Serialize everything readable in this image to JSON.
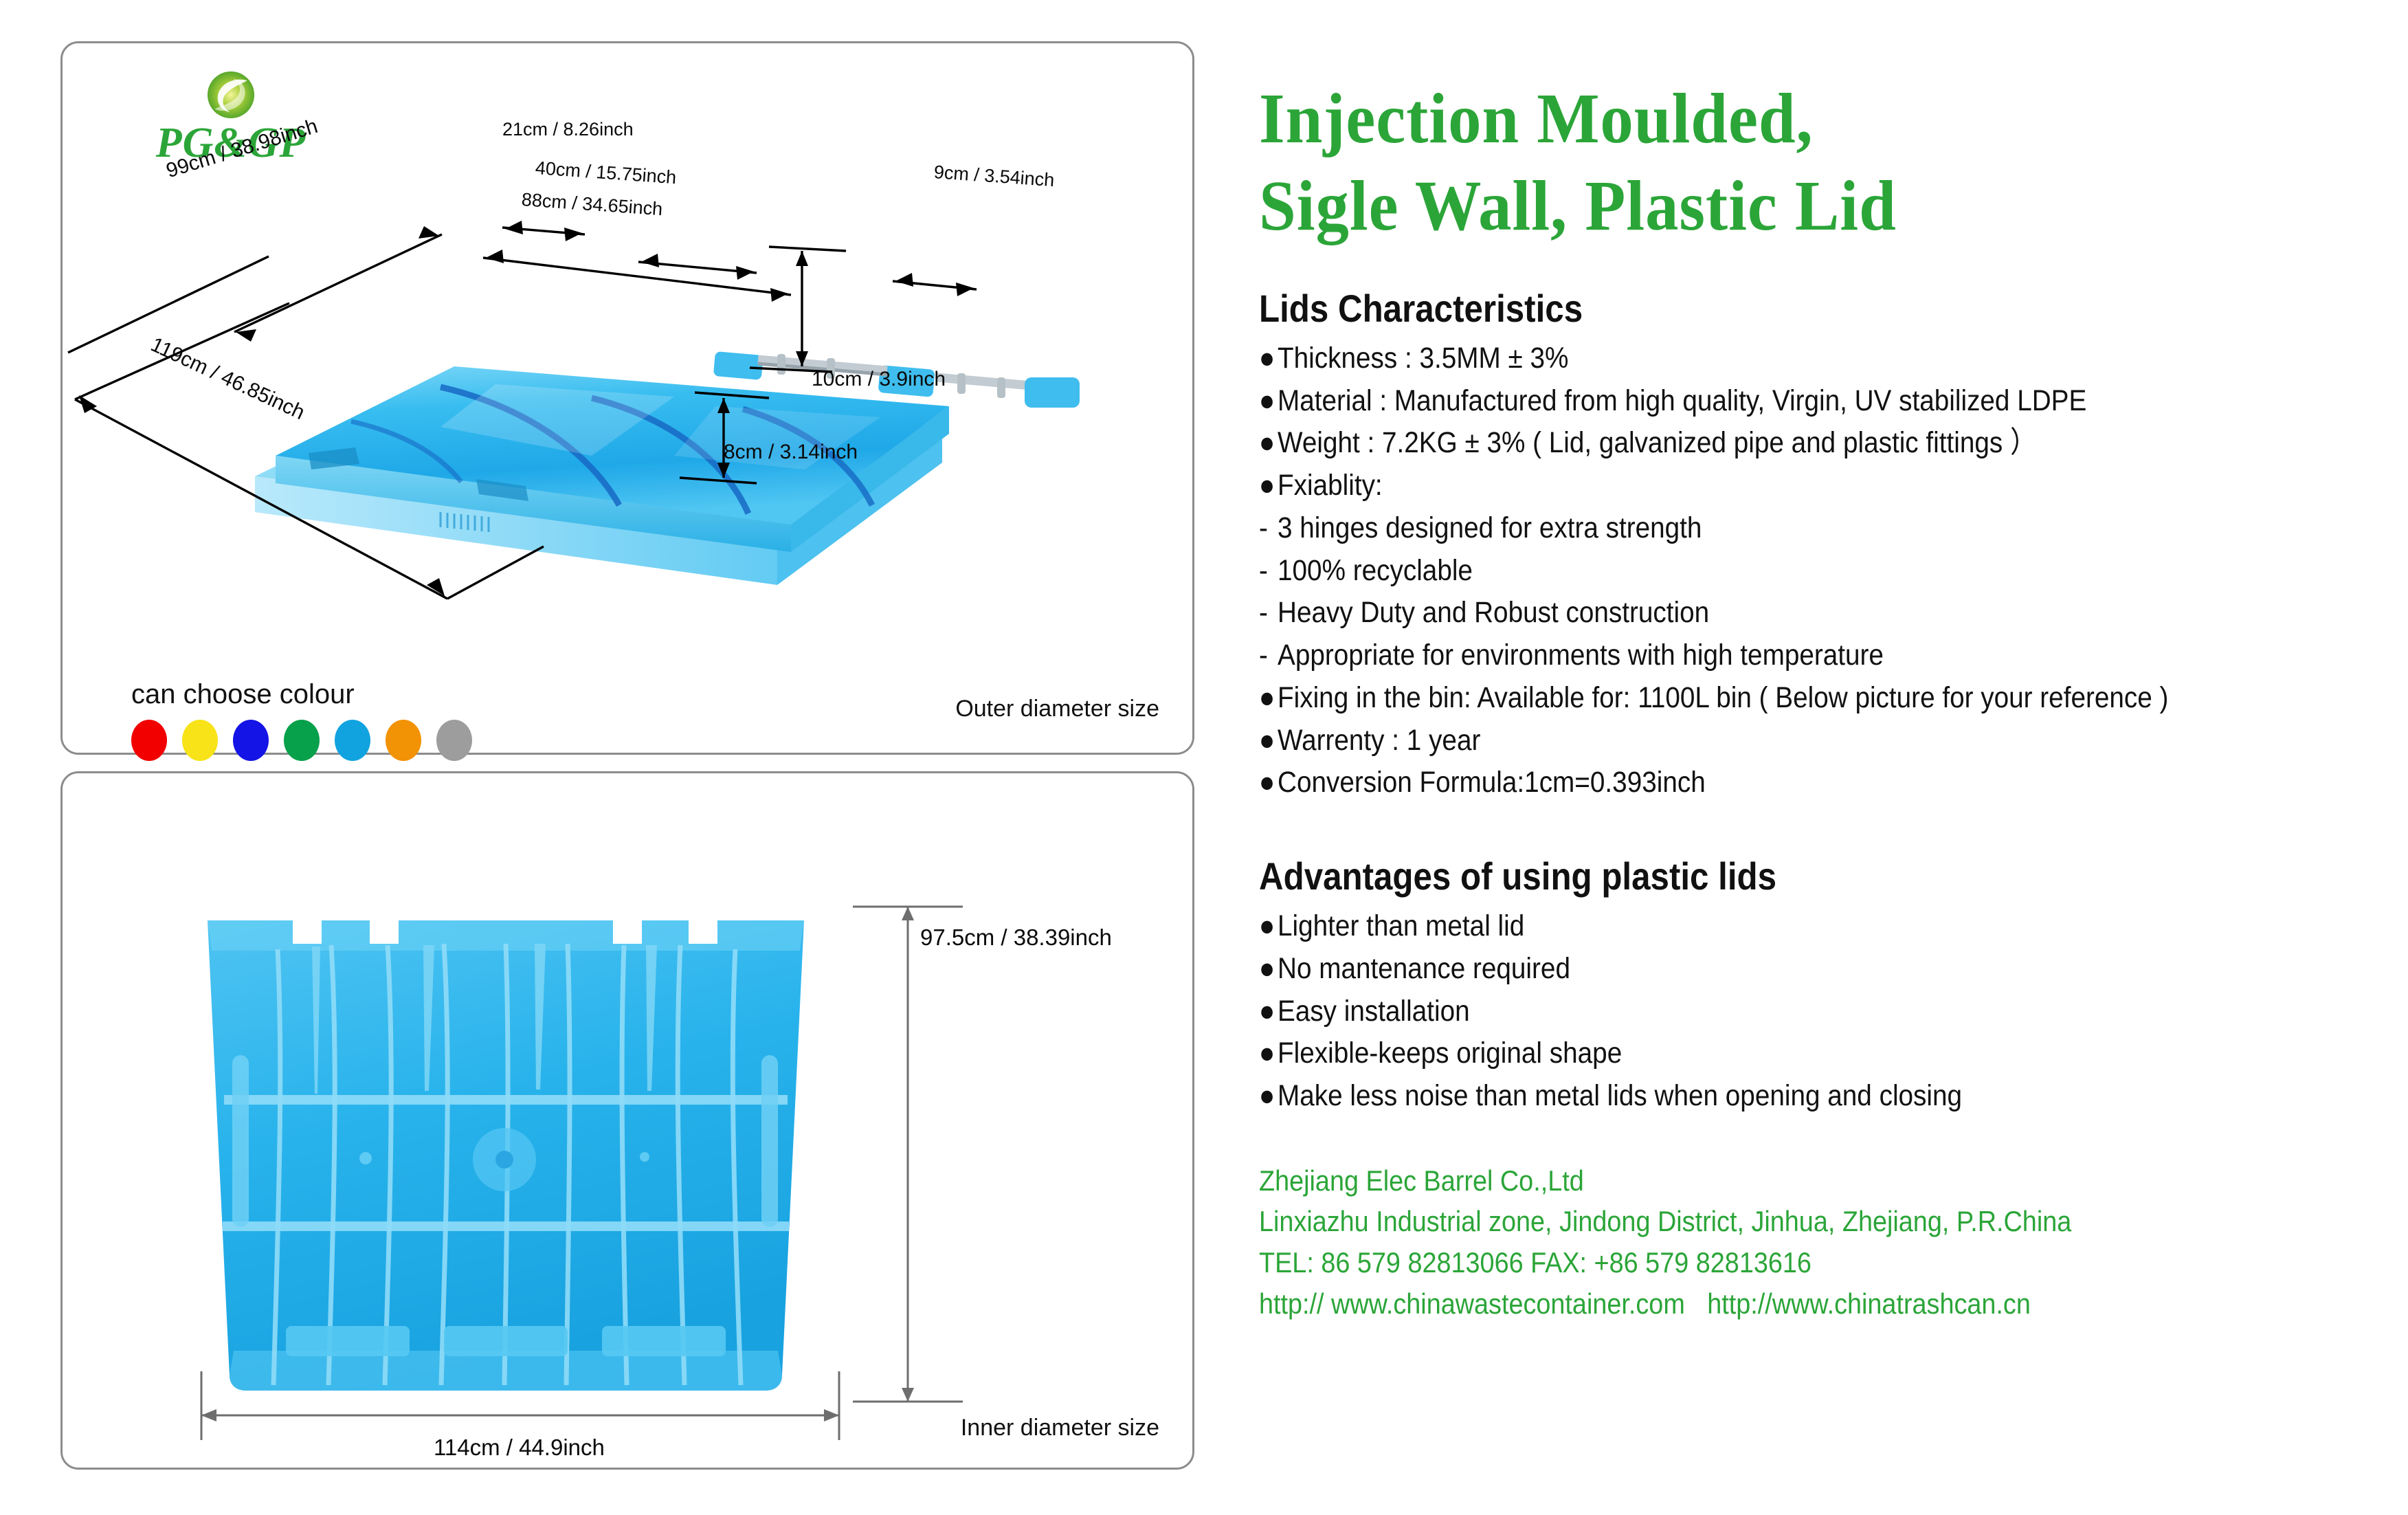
{
  "logo": {
    "text": "PG&GP",
    "emblem_icon": "leaf-swirl-emblem",
    "color": "#2ba538"
  },
  "title": {
    "line1": "Injection  Moulded,",
    "line2": "Sigle  Wall,  Plastic  Lid",
    "color": "#2ba538"
  },
  "outer_panel": {
    "caption": "Outer diameter size",
    "dimensions": {
      "width_99": "99cm / 38.98inch",
      "depth_119": "119cm / 46.85inch",
      "hinge_21": "21cm / 8.26inch",
      "hinge_40": "40cm / 15.75inch",
      "hinge_88": "88cm / 34.65inch",
      "hinge_9": "9cm / 3.54inch",
      "height_10": "10cm / 3.9inch",
      "height_8": "8cm / 3.14inch"
    }
  },
  "colour_chooser": {
    "label": "can choose colour",
    "swatches": [
      {
        "name": "red",
        "hex": "#f20000"
      },
      {
        "name": "yellow",
        "hex": "#f7e317"
      },
      {
        "name": "blue",
        "hex": "#1414e6"
      },
      {
        "name": "green",
        "hex": "#07a04b"
      },
      {
        "name": "light-blue",
        "hex": "#11a3e0"
      },
      {
        "name": "orange",
        "hex": "#f29205"
      },
      {
        "name": "gray",
        "hex": "#9d9d9d"
      }
    ]
  },
  "inner_panel": {
    "caption": "Inner diameter size",
    "dimensions": {
      "height_975": "97.5cm / 38.39inch",
      "width_114": "114cm / 44.9inch"
    }
  },
  "characteristics": {
    "heading": "Lids Characteristics",
    "items": [
      {
        "marker": "●",
        "text": "Thickness : 3.5MM ± 3%"
      },
      {
        "marker": "●",
        "text": "Material : Manufactured from high quality, Virgin, UV stabilized LDPE"
      },
      {
        "marker": "●",
        "text": "Weight : 7.2KG ± 3% ( Lid, galvanized pipe and plastic fittings ）"
      },
      {
        "marker": "●",
        "text": "Fxiablity:"
      },
      {
        "marker": "-",
        "text": "3 hinges designed for extra strength"
      },
      {
        "marker": "-",
        "text": "100% recyclable"
      },
      {
        "marker": "-",
        "text": "Heavy Duty and Robust construction"
      },
      {
        "marker": "-",
        "text": "Appropriate for environments with high temperature"
      },
      {
        "marker": "●",
        "text": "Fixing in the bin:  Available for: 1100L bin ( Below picture for your reference )"
      },
      {
        "marker": "●",
        "text": "Warrenty : 1 year"
      },
      {
        "marker": "●",
        "text": "Conversion Formula:1cm=0.393inch"
      }
    ]
  },
  "advantages": {
    "heading": "Advantages of using plastic lids",
    "items": [
      {
        "marker": "●",
        "text": "Lighter than metal lid"
      },
      {
        "marker": "●",
        "text": "No mantenance required"
      },
      {
        "marker": "●",
        "text": "Easy installation"
      },
      {
        "marker": "●",
        "text": "Flexible-keeps original shape"
      },
      {
        "marker": "●",
        "text": "Make less noise than metal lids when opening and closing"
      }
    ]
  },
  "contact": {
    "company": "Zhejiang Elec Barrel Co.,Ltd",
    "address": "Linxiazhu Industrial zone, Jindong District, Jinhua, Zhejiang, P.R.China",
    "phone": "TEL: 86 579 82813066    FAX: +86 579 82813616",
    "url1": "http:// www.chinawastecontainer.com",
    "url2": "http://www.chinatrashcan.cn",
    "color": "#2ba538"
  }
}
